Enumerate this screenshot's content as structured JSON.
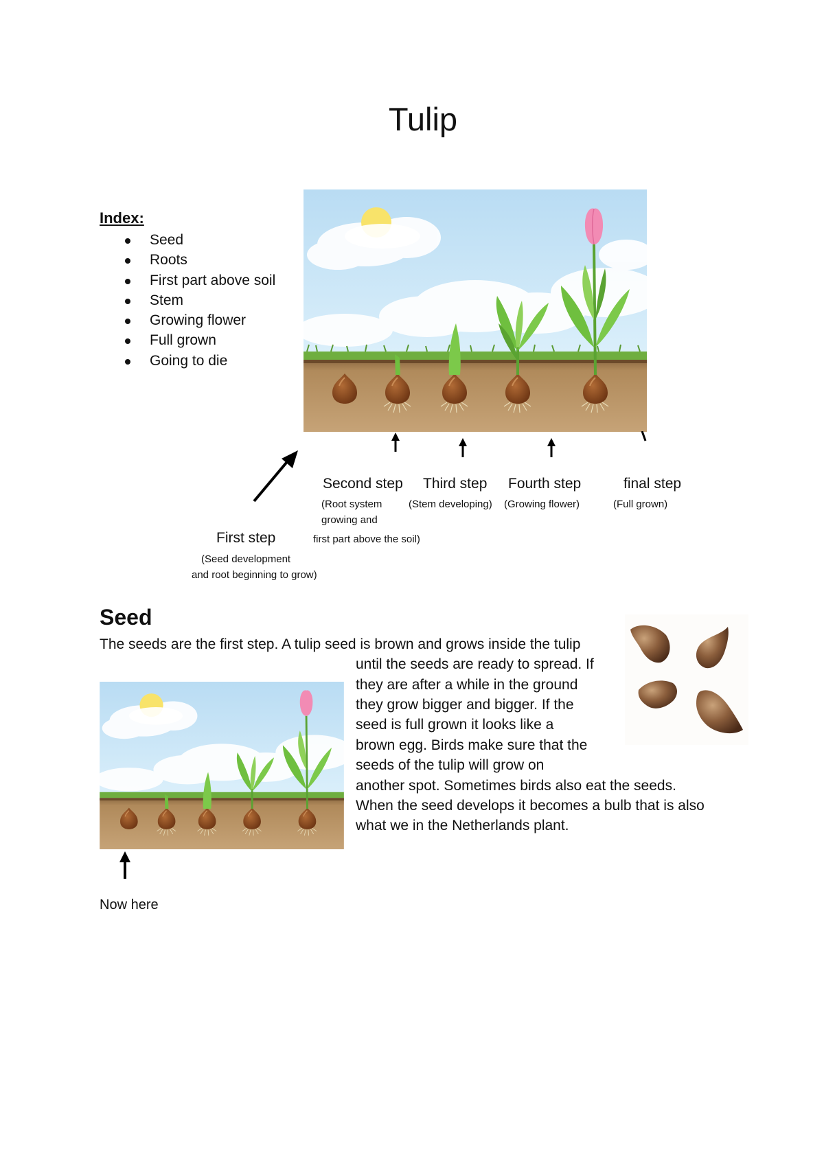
{
  "title": "Tulip",
  "index": {
    "heading": "Index:",
    "items": [
      "Seed",
      "Roots",
      "First part above soil",
      "Stem",
      "Growing flower",
      "Full grown",
      "Going to die"
    ]
  },
  "steps": {
    "first": {
      "title": "First step",
      "desc_lines": [
        "(Seed development",
        "and root beginning to grow)"
      ]
    },
    "second": {
      "title": "Second step",
      "desc_lines": [
        "(Root system",
        "growing and",
        "first part above the soil)"
      ]
    },
    "third": {
      "title": "Third step",
      "desc_lines": [
        "(Stem developing)"
      ]
    },
    "fourth": {
      "title": "Fourth step",
      "desc_lines": [
        "(Growing flower)"
      ]
    },
    "final": {
      "title": "final step",
      "desc_lines": [
        "(Full grown)"
      ]
    }
  },
  "seed_section": {
    "heading": "Seed",
    "lines": [
      "The seeds are the first step. A tulip seed is brown and grows inside the tulip",
      "until the seeds are ready to spread. If",
      "they are after a while in the ground",
      "they grow bigger and bigger. If the",
      "seed is full grown it looks like a",
      "brown egg. Birds make sure that the",
      "seeds of the tulip will grow on",
      "another spot. Sometimes birds also eat the seeds.",
      "When the seed develops it becomes a bulb that is also",
      "what we in the Netherlands plant."
    ],
    "pointer_label": "Now here"
  },
  "colors": {
    "sky": "#c9e6f7",
    "soil": "#b59060",
    "grass": "#6fae3f",
    "bulb": "#8a4a1f",
    "tulip_petal": "#f28bb4",
    "arrow": "#000000"
  }
}
